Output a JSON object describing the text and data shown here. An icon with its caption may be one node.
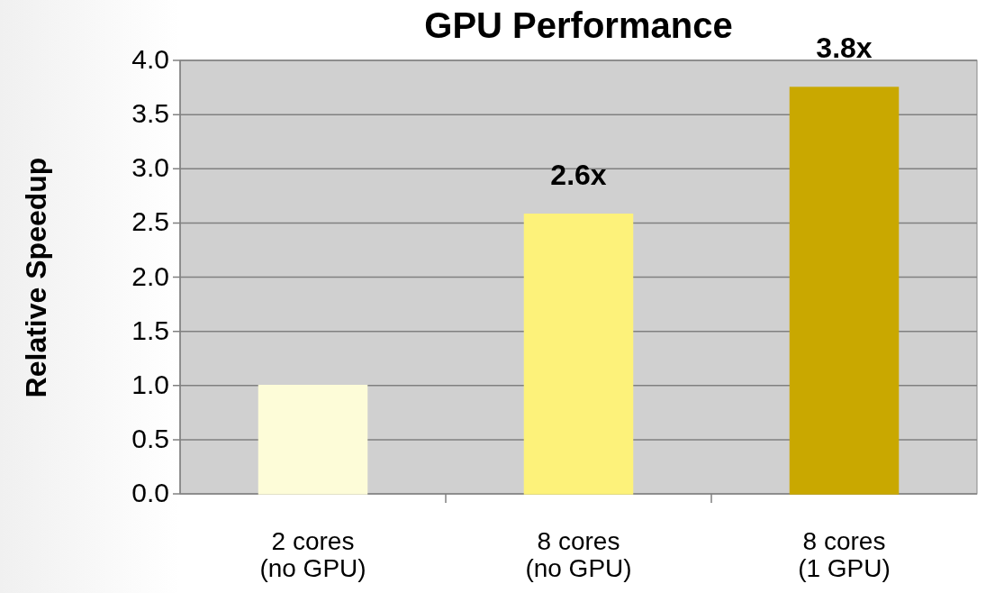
{
  "diagram": {
    "title": "GPU Performance",
    "chart_data": {
      "type": "bar",
      "ylabel": "Relative Speedup",
      "categories": [
        "2 cores (no GPU)",
        "8 cores (no GPU)",
        "8 cores (1 GPU)"
      ],
      "stacked": true,
      "grid": true,
      "ylim": [
        0,
        4
      ],
      "yticks": [
        {
          "value": 0,
          "label": "0.0"
        },
        0.5,
        {
          "value": 1,
          "label": "1.0"
        },
        1.5,
        {
          "value": 2,
          "label": "2.0"
        },
        2.5,
        {
          "value": 3,
          "label": "3.0"
        },
        3.5,
        {
          "value": 4,
          "label": "4.0"
        }
      ],
      "series": [
        {
          "color": "#fdfcd8",
          "values": [
            1.0,
            null,
            null
          ]
        },
        {
          "color": "#fdf27a",
          "values": [
            null,
            2.58,
            null
          ]
        },
        {
          "color": "#c9a800",
          "values": [
            null,
            null,
            3.75
          ]
        }
      ],
      "value_labels": [
        null,
        "2.6x",
        "3.8x"
      ]
    }
  }
}
